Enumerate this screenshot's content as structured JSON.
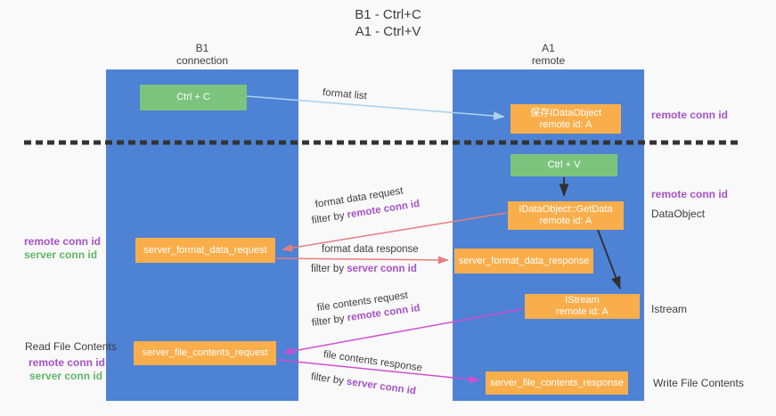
{
  "palette": {
    "background": "#f9f9f9",
    "column_blue": "#4e82d4",
    "box_green": "#7cc47e",
    "box_orange": "#f9ae4b",
    "purple": "#a652c8",
    "green_text": "#5eb763",
    "salmon": "#e87d7d",
    "magenta": "#cf4fcf",
    "light_blue": "#a9d3ef",
    "dark": "#3d3d3d"
  },
  "title": {
    "line1": "B1 - Ctrl+C",
    "line2": "A1 - Ctrl+V"
  },
  "lifelines": {
    "left": {
      "title": "B1",
      "subtitle": "connection"
    },
    "right": {
      "title": "A1",
      "subtitle": "remote"
    }
  },
  "boxes": {
    "ctrl_c": {
      "label": "Ctrl + C"
    },
    "save_idataobject": {
      "line1": "保存IDataObject",
      "line2": "remote id: A"
    },
    "ctrl_v": {
      "label": "Ctrl + V"
    },
    "getdata": {
      "line1": "IDataObject::GetData",
      "line2": "remote id: A"
    },
    "format_request": {
      "label": "server_format_data_request"
    },
    "format_response": {
      "label": "server_format_data_response"
    },
    "istream": {
      "line1": "IStream",
      "line2": "remote id: A"
    },
    "file_request": {
      "label": "server_file_contents_request"
    },
    "file_response": {
      "label": "server_file_contents_response"
    }
  },
  "side_labels": {
    "remote_conn_id": "remote conn id",
    "server_conn_id": "server conn id",
    "dataobject": "DataObject",
    "istream": "Istream",
    "read_file_contents": "Read File Contents",
    "write_file_contents": "Write File Contents"
  },
  "arrow_labels": {
    "format_list": "format list",
    "format_data_request": "format data request",
    "format_data_response": "format data response",
    "file_contents_request": "file contents request",
    "file_contents_response": "file contents response",
    "filter_prefix": "filter by ",
    "remote_conn_id": "remote conn id",
    "server_conn_id": "server conn id"
  }
}
